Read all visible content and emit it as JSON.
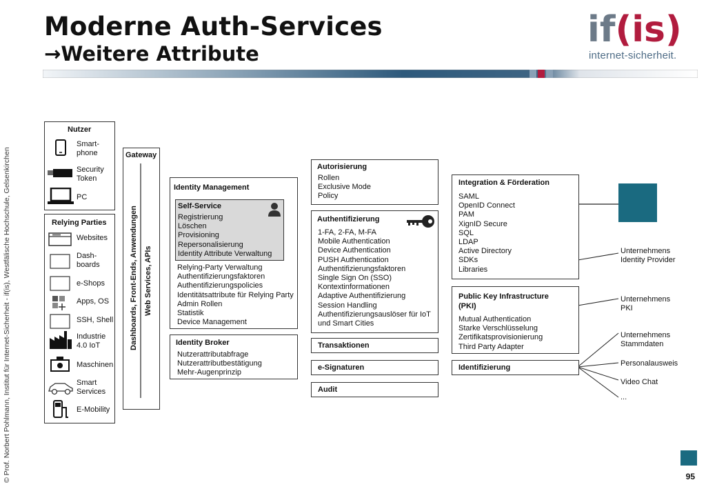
{
  "title": "Moderne Auth-Services",
  "subtitle_arrow": "→",
  "subtitle": "Weitere Attribute",
  "logo": {
    "text_gray": "if",
    "text_red": "(is)",
    "tagline": "internet-sicherheit."
  },
  "side_credit": "© Prof.  Norbert Pohlmann, Institut für Internet-Sicherheit - if(is), Westfälische Hochschule, Gelsenkirchen",
  "page_number": "95",
  "nutzer": {
    "title": "Nutzer",
    "items": [
      {
        "icon": "smartphone-icon",
        "label": "Smart-\nphone"
      },
      {
        "icon": "security-token-icon",
        "label": "Security\nToken"
      },
      {
        "icon": "laptop-icon",
        "label": "PC"
      }
    ]
  },
  "relying_parties": {
    "title": "Relying Parties",
    "items": [
      {
        "icon": "browser-window-icon",
        "label": "Websites"
      },
      {
        "icon": "screen-icon",
        "label": "Dash-\nboards"
      },
      {
        "icon": "shop-icon",
        "label": "e-Shops"
      },
      {
        "icon": "apps-icon",
        "label": "Apps, OS"
      },
      {
        "icon": "terminal-icon",
        "label": "SSH, Shell"
      },
      {
        "icon": "factory-icon",
        "label": "Industrie\n4.0 IoT"
      },
      {
        "icon": "machine-icon",
        "label": "Maschinen"
      },
      {
        "icon": "car-icon",
        "label": "Smart\nServices"
      },
      {
        "icon": "charging-station-icon",
        "label": "E-Mobility"
      }
    ]
  },
  "gateway": {
    "title": "Gateway",
    "vertical_left": "Dashboards, Front-Ends, Anwendungen",
    "vertical_right": "Web Services, APIs"
  },
  "identity_management": {
    "title": "Identity Management",
    "self_service": {
      "title": "Self-Service",
      "items": [
        "Registrierung",
        "Löschen",
        "Provisioning",
        "Repersonalisierung",
        "Identity Attribute Verwaltung"
      ]
    },
    "items": [
      "Relying-Party Verwaltung",
      "Authentifizierungsfaktoren",
      "Authentifizierungspolicies",
      "Identitätsattribute für Relying Party",
      "Admin Rollen",
      "Statistik",
      "Device Management"
    ]
  },
  "identity_broker": {
    "title": "Identity Broker",
    "items": [
      "Nutzerattributabfrage",
      "Nutzerattributbestätigung",
      "Mehr-Augenprinzip"
    ]
  },
  "autorisierung": {
    "title": "Autorisierung",
    "items": [
      "Rollen",
      "Exclusive Mode",
      "Policy"
    ]
  },
  "authentifizierung": {
    "title": "Authentifizierung",
    "items": [
      "1-FA, 2-FA, M-FA",
      "Mobile Authentication",
      "Device Authentication",
      "PUSH Authentication",
      "Authentifizierungsfaktoren",
      "Single Sign On (SSO)",
      "Kontextinformationen",
      "Adaptive Authentifizierung",
      "Session Handling",
      "Authentifizierungsauslöser für IoT",
      "und Smart Cities"
    ]
  },
  "transaktionen": {
    "title": "Transaktionen"
  },
  "e_signaturen": {
    "title": "e-Signaturen"
  },
  "audit": {
    "title": "Audit"
  },
  "integration": {
    "title": "Integration & Förderation",
    "items": [
      "SAML",
      "OpenID Connect",
      "PAM",
      "XignID Secure",
      "SQL",
      "LDAP",
      "Active Directory",
      "SDKs",
      "Libraries"
    ]
  },
  "pki": {
    "title": "Public Key Infrastructure\n(PKI)",
    "items": [
      "Mutual Authentication",
      "Starke Verschlüsselung",
      "Zertifikatsprovisionierung",
      "Third Party Adapter"
    ]
  },
  "identifizierung": {
    "title": "Identifizierung"
  },
  "right_labels": {
    "idp": "Unternehmens\nIdentity Provider",
    "pki": "Unternehmens\nPKI",
    "stammdaten": "Unternehmens\nStammdaten",
    "personalausweis": "Personalausweis",
    "videochat": "Video Chat",
    "more": "..."
  },
  "colors": {
    "teal": "#1a6a80",
    "logo_red": "#b11c3e",
    "logo_gray": "#6c7a88",
    "self_service_bg": "#d9d9d9"
  }
}
